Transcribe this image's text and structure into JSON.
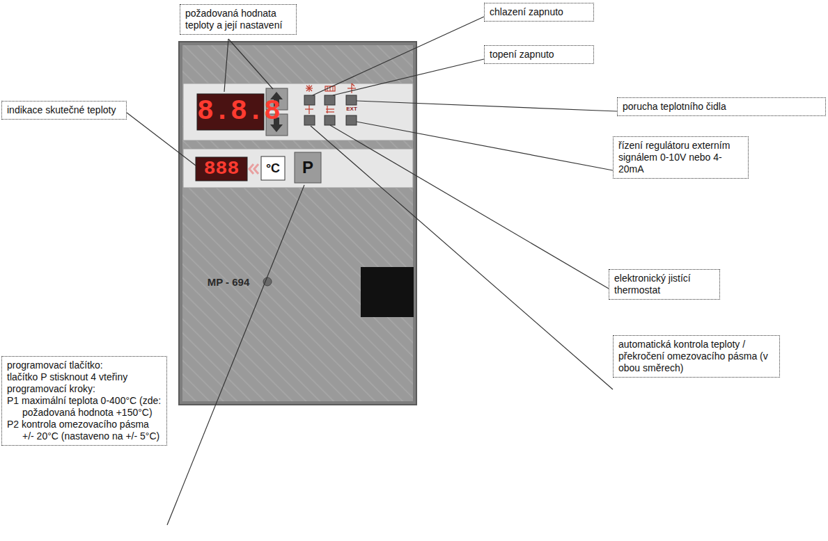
{
  "diagram": {
    "nodes": [
      {
        "text": [
          "požadovaná hodnata teploty a její nastavení"
        ]
      },
      {
        "text": [
          "indikace skutečné teploty"
        ]
      },
      {
        "text": [
          "programovací tlačítko:",
          "tlačítko P stisknout 4 vteřiny",
          "programovací kroky:",
          "P1 maximální teplota 0-400°C (zde: požadovaná hodnota +150°C)",
          "P2 kontrola omezovacího pásma +/- 20°C (nastaveno na +/- 5°C)"
        ]
      },
      {
        "text": [
          "chlazení zapnuto"
        ]
      },
      {
        "text": [
          "topení zapnuto"
        ]
      },
      {
        "text": [
          "porucha teplotního čidla"
        ]
      },
      {
        "text": [
          "řízení regulátoru externím signálem 0-10V nebo 4-20mA"
        ]
      },
      {
        "text": [
          "elektronický jistící thermostat"
        ]
      },
      {
        "text": [
          "automatická kontrola teploty / překročení omezovacího pásma (v obou směrech)"
        ]
      }
    ],
    "labels": [
      "8.8.8",
      "888",
      "°C",
      "P",
      "MP - 694",
      "EXT"
    ]
  }
}
